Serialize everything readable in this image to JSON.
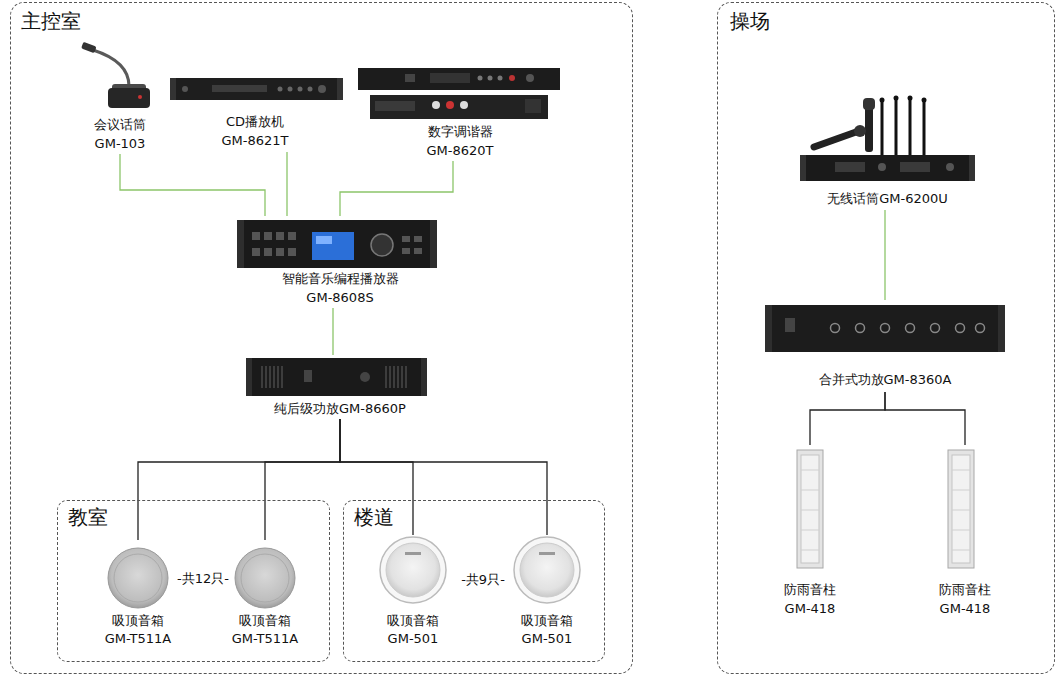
{
  "diagram": {
    "nodes": [
      {
        "text": [
          "主控室"
        ]
      },
      {
        "text": [
          "会议话筒",
          "GM-103"
        ],
        "in": 0
      },
      {
        "text": [
          "CD播放机",
          "GM-8621T"
        ],
        "in": 0
      },
      {
        "text": [
          "数字调谐器",
          "GM-8620T"
        ],
        "in": 0
      },
      {
        "text": [
          "智能音乐编程播放器",
          "GM-8608S"
        ],
        "in": 0
      },
      {
        "text": [
          "纯后级功放GM-8660P"
        ],
        "in": 0
      },
      {
        "text": [
          "教室",
          "-共12只-"
        ],
        "in": 0
      },
      {
        "text": [
          "吸顶音箱",
          "GM-T511A"
        ],
        "in": 6
      },
      {
        "text": [
          "吸顶音箱",
          "GM-T511A"
        ],
        "in": 6
      },
      {
        "text": [
          "楼道",
          "-共9只-"
        ],
        "in": 0
      },
      {
        "text": [
          "吸顶音箱",
          "GM-501"
        ],
        "in": 9
      },
      {
        "text": [
          "吸顶音箱",
          "GM-501"
        ],
        "in": 9
      },
      {
        "text": [
          "操场"
        ]
      },
      {
        "text": [
          "无线话筒GM-6200U"
        ],
        "in": 12
      },
      {
        "text": [
          "合并式功放GM-8360A"
        ],
        "in": 12
      },
      {
        "text": [
          "防雨音柱",
          "GM-418"
        ],
        "in": 12
      },
      {
        "text": [
          "防雨音柱",
          "GM-418"
        ],
        "in": 12
      }
    ],
    "edges": [
      {
        "from": 1,
        "to": 4,
        "arrow": "none"
      },
      {
        "from": 2,
        "to": 4,
        "arrow": "none"
      },
      {
        "from": 3,
        "to": 4,
        "arrow": "none"
      },
      {
        "from": 4,
        "to": 5,
        "arrow": "none"
      },
      {
        "from": 5,
        "to": 7,
        "arrow": "none"
      },
      {
        "from": 5,
        "to": 8,
        "arrow": "none"
      },
      {
        "from": 5,
        "to": 10,
        "arrow": "none"
      },
      {
        "from": 5,
        "to": 11,
        "arrow": "none"
      },
      {
        "from": 13,
        "to": 14,
        "arrow": "none"
      },
      {
        "from": 14,
        "to": 15,
        "arrow": "none"
      },
      {
        "from": 14,
        "to": 16,
        "arrow": "none"
      }
    ]
  }
}
